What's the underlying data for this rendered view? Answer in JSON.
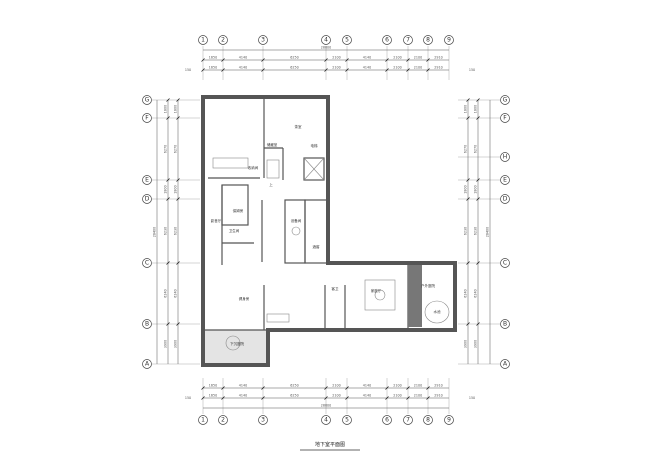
{
  "title": "地下室平面图",
  "grid_columns": [
    "1",
    "2",
    "3",
    "4",
    "5",
    "6",
    "7",
    "8",
    "9"
  ],
  "grid_rows_left": [
    "G",
    "F",
    "E",
    "D",
    "C",
    "B",
    "A"
  ],
  "grid_rows_right": [
    "G",
    "F",
    "H",
    "E",
    "D",
    "C",
    "B",
    "A"
  ],
  "dimensions": {
    "total_horizontal": "28800",
    "horizontal_segments": [
      "1650",
      "4140",
      "6250",
      "2100",
      "4140",
      "2100",
      "2100",
      "2910"
    ],
    "edge_offset": "150",
    "total_vertical": "28400",
    "vertical_segments": [
      "1800",
      "6270",
      "1800",
      "6230",
      "6240",
      "3900"
    ]
  },
  "rooms": [
    {
      "label": "茶室"
    },
    {
      "label": "储藏室"
    },
    {
      "label": "收纳间"
    },
    {
      "label": "影音厅"
    },
    {
      "label": "保姆房"
    },
    {
      "label": "卫生间"
    },
    {
      "label": "下沉庭院"
    },
    {
      "label": "健身房"
    },
    {
      "label": "电梯"
    },
    {
      "label": "设备间"
    },
    {
      "label": "酒窖"
    },
    {
      "label": "客卫"
    },
    {
      "label": "家庭厅"
    },
    {
      "label": "户外庭院"
    },
    {
      "label": "水池"
    },
    {
      "label": "上"
    }
  ]
}
